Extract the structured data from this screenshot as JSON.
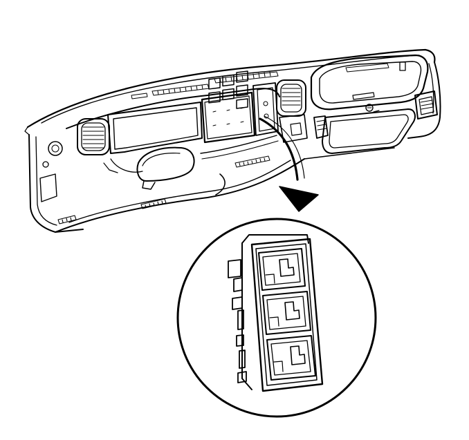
{
  "diagram": {
    "kind": "technical line illustration",
    "colors": {
      "line": "#000000",
      "paper": "#ffffff"
    },
    "components": {
      "dashboard": "instrument-panel",
      "switch_bezel": "switch-bezel-in-panel",
      "callout_arrow": "arrow-callout",
      "detail_view": "magnified-circle-detail",
      "detail_bezel": "three-opening-switch-bezel"
    },
    "detail_bezel_openings": 3,
    "panel_bezel_openings": 6
  }
}
